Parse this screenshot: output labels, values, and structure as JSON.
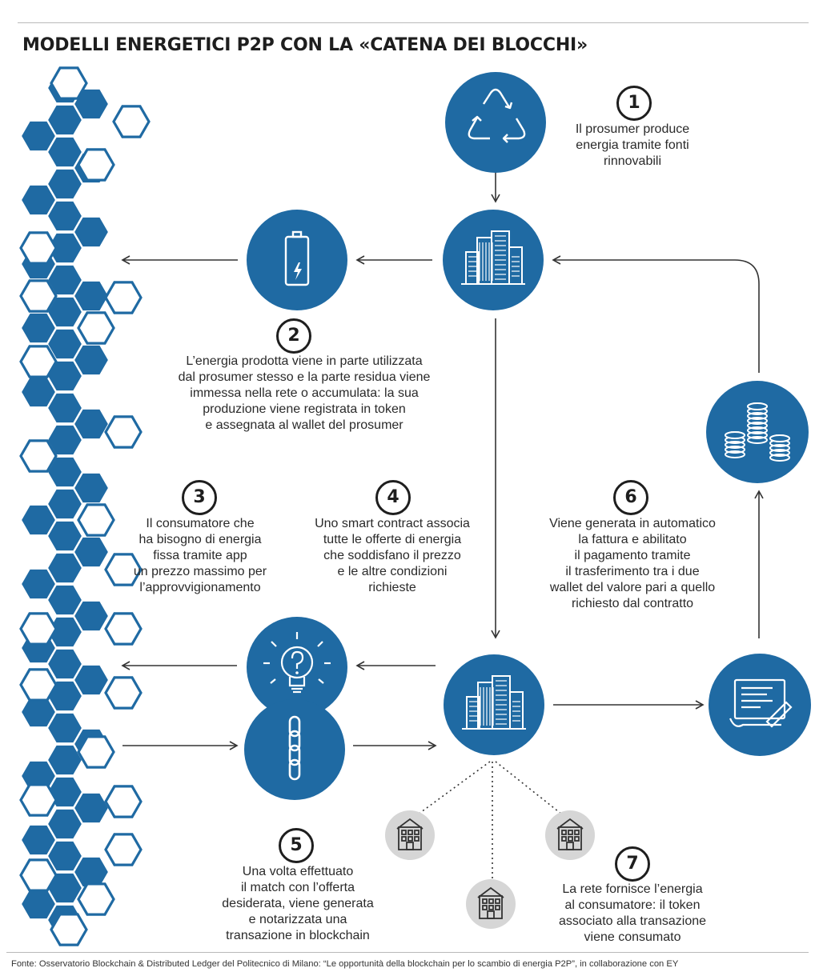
{
  "title": "MODELLI ENERGETICI P2P CON LA «CATENA DEI BLOCCHI»",
  "steps": {
    "s1": {
      "num": "1",
      "lines": [
        "Il prosumer produce",
        "energia tramite fonti",
        "rinnovabili"
      ]
    },
    "s2": {
      "num": "2",
      "lines": [
        "L’energia prodotta viene in parte utilizzata",
        "dal prosumer stesso e la parte residua viene",
        "immessa nella rete o accumulata: la sua",
        "produzione viene registrata in token",
        "e assegnata al wallet  del prosumer"
      ]
    },
    "s3": {
      "num": "3",
      "lines": [
        "Il consumatore che",
        "ha bisogno di energia",
        "fissa tramite app",
        "un prezzo massimo per",
        "l’approvvigionamento"
      ]
    },
    "s4": {
      "num": "4",
      "lines": [
        "Uno smart contract associa",
        "tutte le offerte di energia",
        "che soddisfano il prezzo",
        "e le altre  condizioni",
        "richieste"
      ]
    },
    "s5": {
      "num": "5",
      "lines": [
        "Una volta effettuato",
        "il match con l’offerta",
        "desiderata, viene generata",
        "e notarizzata una",
        "transazione in blockchain"
      ]
    },
    "s6": {
      "num": "6",
      "lines": [
        "Viene generata in automatico",
        "la fattura e abilitato",
        "il pagamento tramite",
        "il trasferimento tra i due",
        "wallet del valore pari a quello",
        "richiesto dal contratto"
      ]
    },
    "s7": {
      "num": "7",
      "lines": [
        "La rete fornisce l’energia",
        "al consumatore: il token",
        "associato alla transazione",
        "viene consumato"
      ]
    }
  },
  "icons": {
    "recycle": "recycle-icon",
    "battery": "battery-icon",
    "buildings_top": "buildings-icon",
    "buildings_bottom": "buildings-icon",
    "coins": "coins-stack-icon",
    "lightbulb": "lightbulb-question-icon",
    "chain": "chain-link-icon",
    "contract": "contract-document-icon",
    "house": "house-icon"
  },
  "colors": {
    "primary_blue": "#1f6aa3",
    "light_blue": "#3f8fc7",
    "grey_circle": "#d9d9d9",
    "text": "#2a2a2a",
    "arrow": "#333333"
  },
  "source": "Fonte: Osservatorio Blockchain & Distributed Ledger del Politecnico di Milano: “Le opportunità della blockchain per lo scambio di energia P2P”, in collaborazione con EY"
}
